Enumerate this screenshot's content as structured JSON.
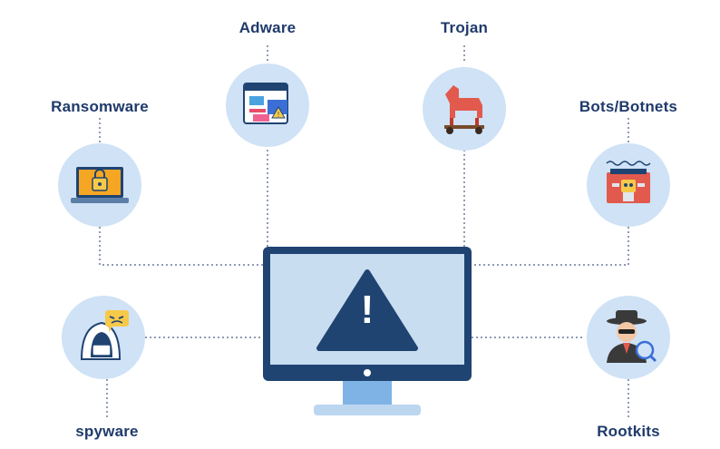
{
  "nodes": {
    "adware": {
      "label": "Adware",
      "icon": "adware-popup-icon"
    },
    "trojan": {
      "label": "Trojan",
      "icon": "trojan-horse-icon"
    },
    "ransomware": {
      "label": "Ransomware",
      "icon": "locked-laptop-icon"
    },
    "bots": {
      "label": "Bots/Botnets",
      "icon": "robot-icon"
    },
    "spyware": {
      "label": "spyware",
      "icon": "hooded-hacker-icon"
    },
    "rootkits": {
      "label": "Rootkits",
      "icon": "spy-agent-icon"
    }
  },
  "center": {
    "icon": "warning-monitor-icon",
    "symbol": "!"
  },
  "colors": {
    "circle_bg": "#cfe2f6",
    "label_text": "#1f3a6b",
    "monitor_frame": "#1f4472",
    "monitor_screen": "#c9ddf1",
    "warning_triangle": "#1f4472",
    "connector": "#1f3a6b"
  }
}
